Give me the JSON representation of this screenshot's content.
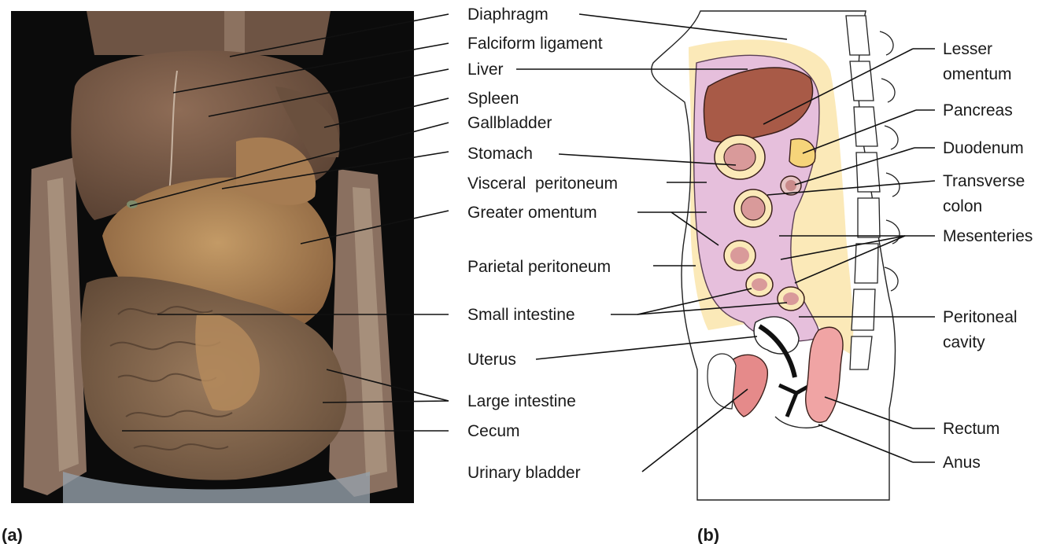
{
  "panels": {
    "a": "(a)",
    "b": "(b)"
  },
  "labels": {
    "diaphragm": "Diaphragm",
    "falciform": "Falciform ligament",
    "liver": "Liver",
    "spleen": "Spleen",
    "gallbladder": "Gallbladder",
    "stomach": "Stomach",
    "visceral_peritoneum": "Visceral  peritoneum",
    "greater_omentum": "Greater omentum",
    "parietal_peritoneum": "Parietal peritoneum",
    "small_intestine": "Small intestine",
    "uterus": "Uterus",
    "large_intestine": "Large intestine",
    "cecum": "Cecum",
    "urinary_bladder": "Urinary bladder",
    "lesser_omentum": [
      "Lesser",
      "omentum"
    ],
    "pancreas": "Pancreas",
    "duodenum": "Duodenum",
    "transverse_colon": [
      "Transverse",
      "colon"
    ],
    "mesenteries": "Mesenteries",
    "peritoneal_cavity": [
      "Peritoneal",
      "cavity"
    ],
    "rectum": "Rectum",
    "anus": "Anus"
  },
  "colors": {
    "photo_bg": "#0b0b0b",
    "liver_photo": "#7a5a45",
    "omentum_photo": "#b08050",
    "intestine_photo": "#8a6a50",
    "peritoneum": "#e6bfdc",
    "fat": "#fbe9b8",
    "liver": "#a85a47",
    "organ_pink": "#e58a8a",
    "pancreas": "#f6d47a"
  }
}
